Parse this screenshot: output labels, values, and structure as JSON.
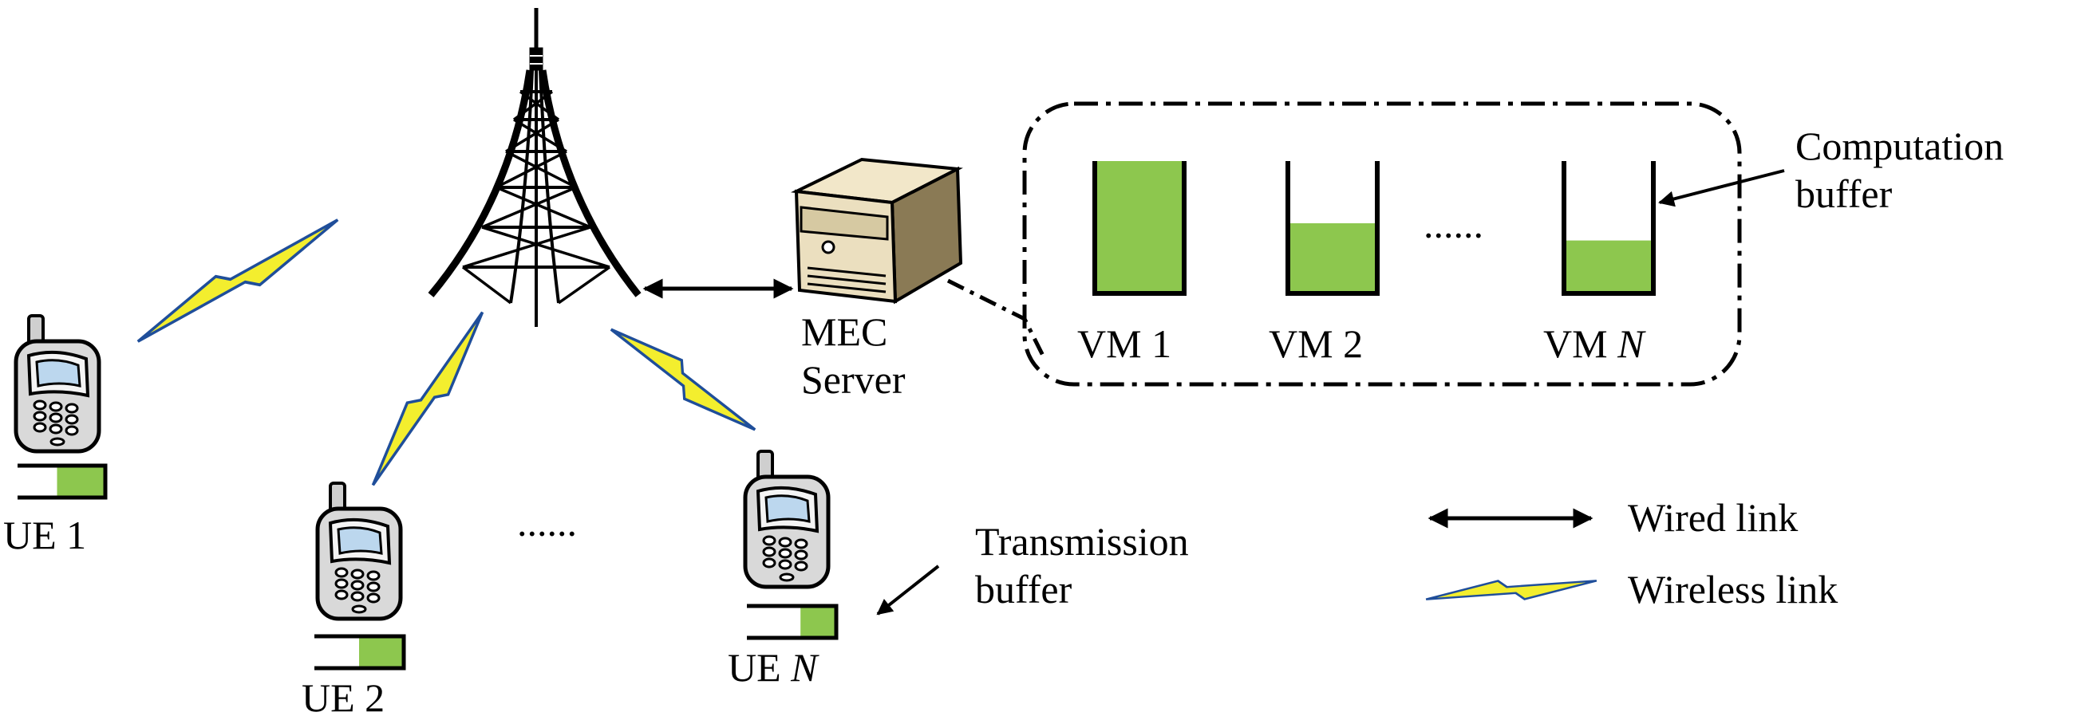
{
  "labels": {
    "mec_server_line1": "MEC",
    "mec_server_line2": "Server",
    "computation_buffer_line1": "Computation",
    "computation_buffer_line2": "buffer",
    "transmission_buffer_line1": "Transmission",
    "transmission_buffer_line2": "buffer",
    "ue_ellipsis": "......",
    "vm_ellipsis": "......"
  },
  "vms": [
    {
      "prefix": "VM ",
      "index": "1",
      "index_italic": false,
      "fill_level": 1.0
    },
    {
      "prefix": "VM ",
      "index": "2",
      "index_italic": false,
      "fill_level": 0.53
    },
    {
      "prefix": "VM ",
      "index": "N",
      "index_italic": true,
      "fill_level": 0.4
    }
  ],
  "ues": [
    {
      "prefix": "UE ",
      "index": "1",
      "index_italic": false,
      "buffer_fill": 0.55
    },
    {
      "prefix": "UE ",
      "index": "2",
      "index_italic": false,
      "buffer_fill": 0.5
    },
    {
      "prefix": "UE ",
      "index": "N",
      "index_italic": true,
      "buffer_fill": 0.4
    }
  ],
  "legend": {
    "wired": "Wired link",
    "wireless": "Wireless link"
  },
  "colors": {
    "buffer_fill": "#8dc74e",
    "lightning_fill": "#f3ee2e",
    "lightning_edge": "#1f4e9a",
    "line": "#000000"
  },
  "icons": {
    "tower": "antenna-tower-icon",
    "server": "server-icon",
    "phone": "mobile-phone-icon"
  }
}
